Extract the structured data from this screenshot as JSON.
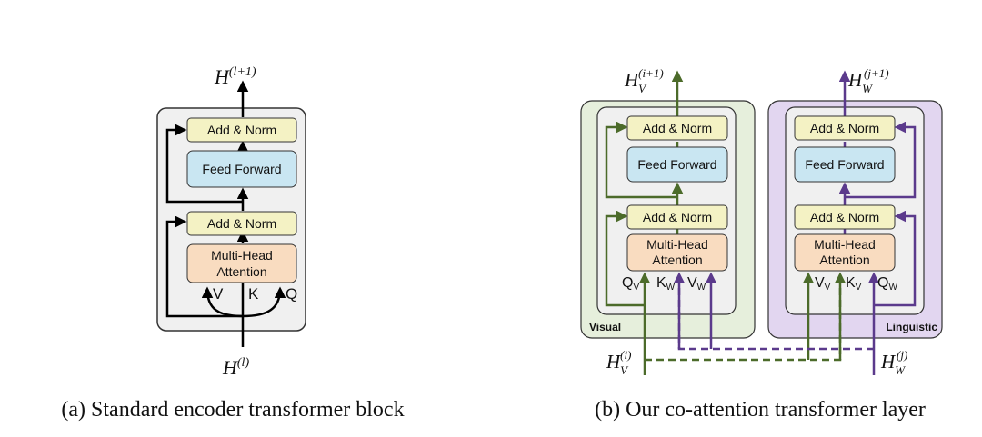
{
  "diagram_a": {
    "output_label": {
      "base": "H",
      "sup": "(l+1)"
    },
    "input_label": {
      "base": "H",
      "sup": "(l)"
    },
    "add_norm_top": "Add & Norm",
    "feed_forward": "Feed Forward",
    "add_norm_bottom": "Add & Norm",
    "attention_line1": "Multi-Head",
    "attention_line2": "Attention",
    "v_label": "V",
    "k_label": "K",
    "q_label": "Q",
    "caption": "(a) Standard encoder transformer block"
  },
  "diagram_b": {
    "visual": {
      "stream_name": "Visual",
      "output_label": {
        "base": "H",
        "sub": "V",
        "sup": "(i+1)"
      },
      "input_label": {
        "base": "H",
        "sub": "V",
        "sup": "(i)"
      },
      "add_norm_top": "Add & Norm",
      "feed_forward": "Feed Forward",
      "add_norm_bottom": "Add & Norm",
      "attention_line1": "Multi-Head",
      "attention_line2": "Attention",
      "q": {
        "base": "Q",
        "sub": "V"
      },
      "k": {
        "base": "K",
        "sub": "W"
      },
      "v": {
        "base": "V",
        "sub": "W"
      }
    },
    "linguistic": {
      "stream_name": "Linguistic",
      "output_label": {
        "base": "H",
        "sub": "W",
        "sup": "(j+1)"
      },
      "input_label": {
        "base": "H",
        "sub": "W",
        "sup": "(j)"
      },
      "add_norm_top": "Add & Norm",
      "feed_forward": "Feed Forward",
      "add_norm_bottom": "Add & Norm",
      "attention_line1": "Multi-Head",
      "attention_line2": "Attention",
      "v": {
        "base": "V",
        "sub": "V"
      },
      "k": {
        "base": "K",
        "sub": "V"
      },
      "q": {
        "base": "Q",
        "sub": "W"
      }
    },
    "caption": "(b) Our co-attention transformer layer"
  },
  "colors": {
    "add_norm_fill": "#f4f2c4",
    "feed_forward_fill": "#c9e6f2",
    "attention_fill": "#f9dcc0",
    "block_bg": "#f0f0f0",
    "visual_bg": "#e6efdc",
    "linguistic_bg": "#e2d6f0",
    "visual_arrow": "#4c6b2a",
    "linguistic_arrow": "#5b3a8c",
    "black_arrow": "#000000"
  }
}
